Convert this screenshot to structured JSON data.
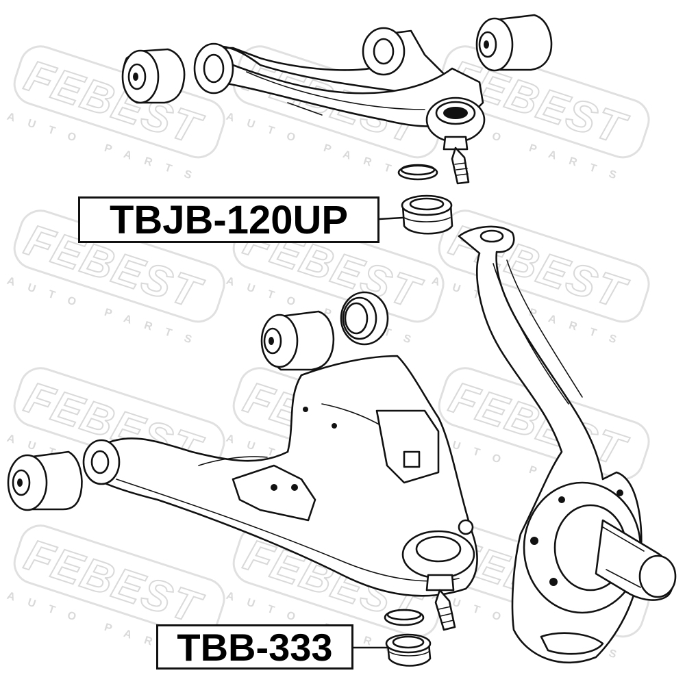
{
  "watermark": {
    "brand": "FEBEST",
    "tagline": "AUTO PARTS"
  },
  "part_labels": [
    {
      "id": "upper-ball-joint-boot",
      "text": "TBJB-120UP"
    },
    {
      "id": "lower-ball-joint-boot",
      "text": "TBB-333"
    }
  ],
  "colors": {
    "line": "#111111",
    "watermark": "#d9d9d9",
    "background": "#ffffff"
  }
}
